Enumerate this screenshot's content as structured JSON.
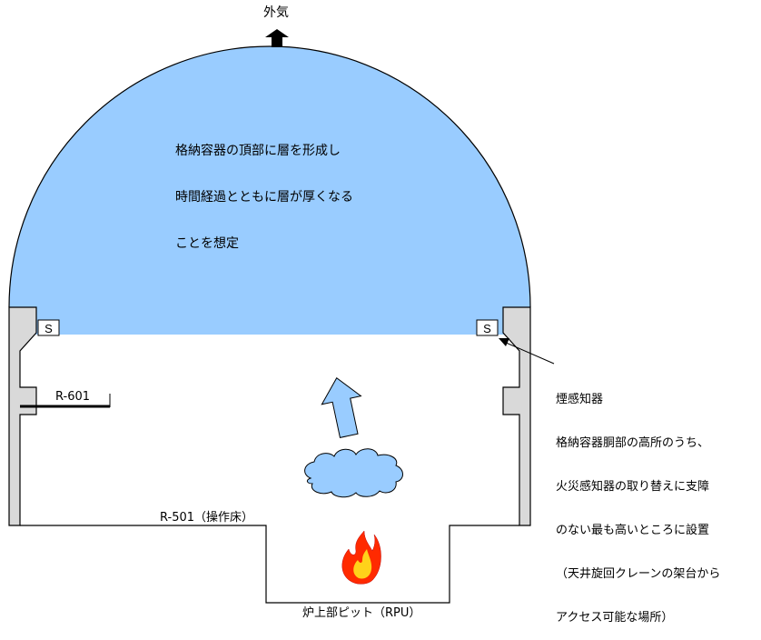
{
  "outside_air_label": "外気",
  "smoke_layer_note": [
    "格納容器の頂部に層を形成し",
    "時間経過とともに層が厚くなる",
    "ことを想定"
  ],
  "detector_symbol": "S",
  "detector_callout": [
    "煙感知器",
    "格納容器胴部の高所のうち、",
    "火災感知器の取り替えに支障",
    "のない最も高いところに設置",
    "（天井旋回クレーンの架台から",
    "アクセス可能な場所）"
  ],
  "floor_r601": "R-601",
  "floor_r501": "R-501（操作床）",
  "pit_label": "炉上部ピット（RPU）",
  "colors": {
    "smoke_layer": "#99ccff",
    "smoke_arrow": "#99ccff",
    "smoke_cloud": "#99ccff",
    "wall_gray": "#d9d9d9",
    "outline": "#000000",
    "flame_outer": "#ff2a00",
    "flame_inner": "#ffd21a"
  }
}
